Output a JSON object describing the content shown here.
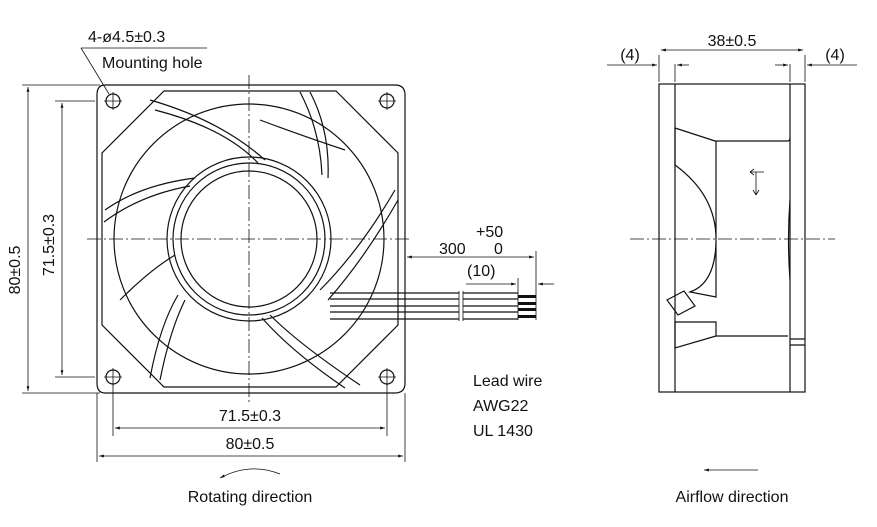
{
  "front_view": {
    "hole_spec": "4-ø4.5±0.3",
    "hole_label": "Mounting hole",
    "height_outer": "80±0.5",
    "height_holes": "71.5±0.3",
    "width_holes": "71.5±0.3",
    "width_outer": "80±0.5",
    "rotating_label": "Rotating direction"
  },
  "lead_wire": {
    "length_tol": "+50",
    "length": "300",
    "length_tol_low": "0",
    "strip": "(10)",
    "label_line1": "Lead wire",
    "label_line2": "AWG22",
    "label_line3": "UL 1430"
  },
  "side_view": {
    "depth": "38±0.5",
    "flange_left": "(4)",
    "flange_right": "(4)",
    "airflow_label": "Airflow direction"
  }
}
